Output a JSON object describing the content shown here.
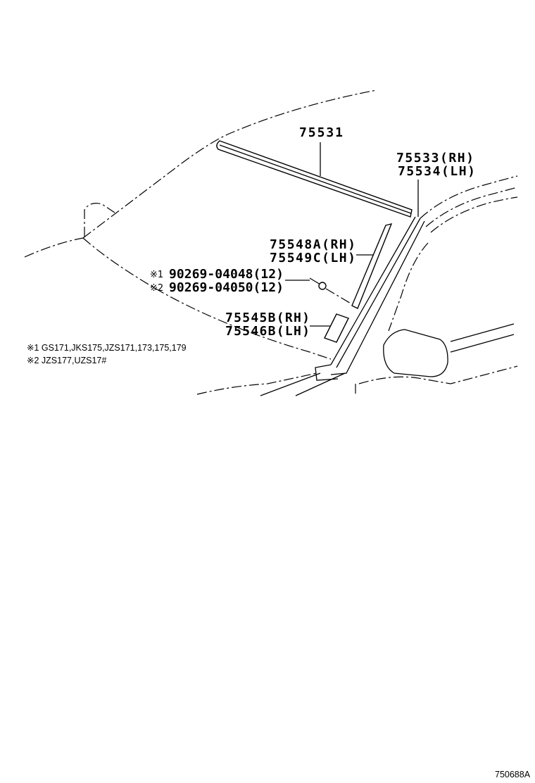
{
  "callouts": {
    "roof_molding": "75531",
    "pillar_molding_rh": "75533(RH)",
    "pillar_molding_lh": "75534(LH)",
    "retainer_rh": "75548A(RH)",
    "retainer_lh": "75549C(LH)",
    "clip_mark_1": "※1",
    "clip_mark_2": "※2",
    "clip_1": "90269-04048(12)",
    "clip_2": "90269-04050(12)",
    "piece_rh": "75545B(RH)",
    "piece_lh": "75546B(LH)"
  },
  "footnotes": [
    "※1 GS171,JKS175,JZS171,173,175,179",
    "※2 JZS177,UZS17#"
  ],
  "illustration_code": "750688A"
}
